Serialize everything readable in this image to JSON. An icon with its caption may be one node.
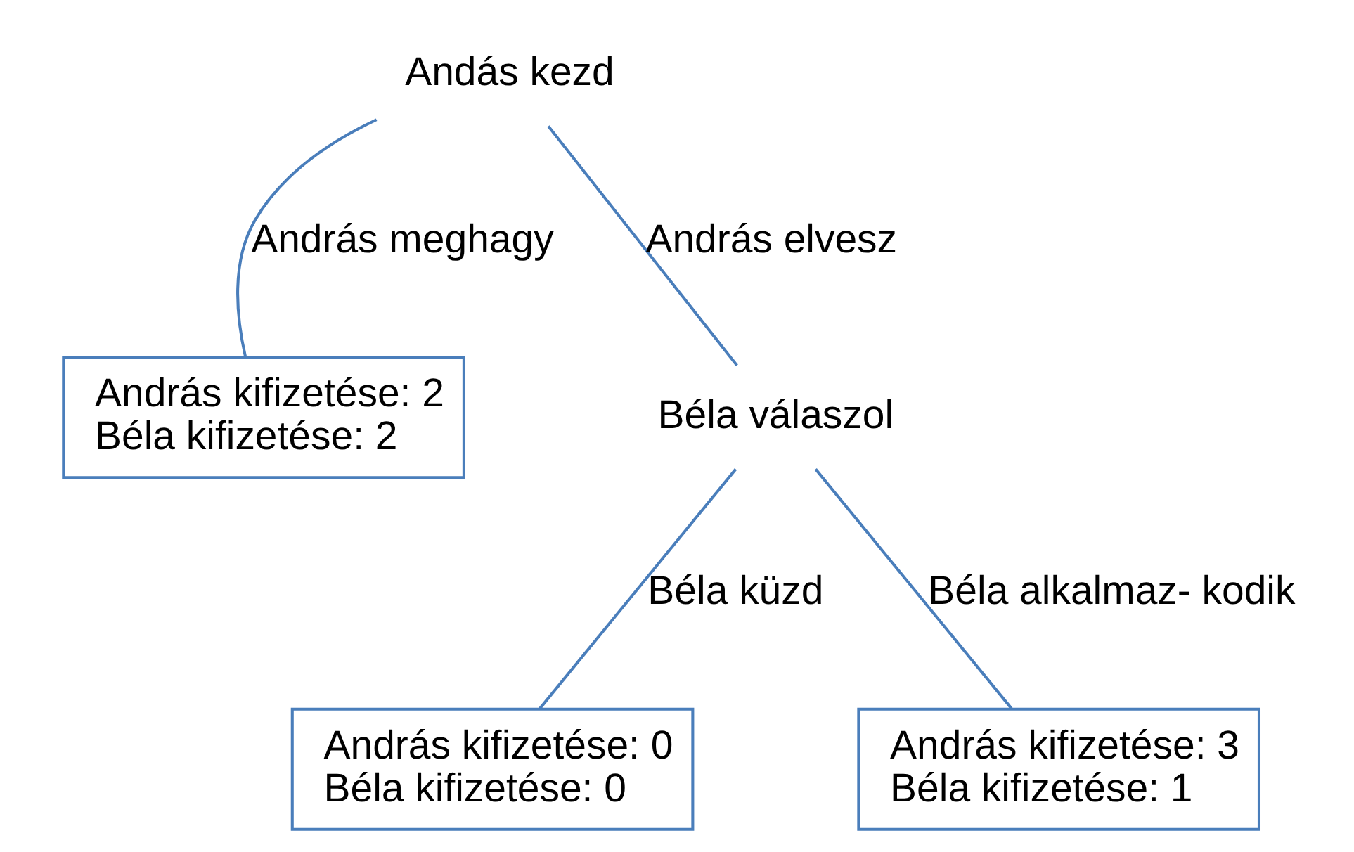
{
  "diagram": {
    "nodes": [
      {
        "text": [
          "Andás kezd"
        ]
      },
      {
        "text": [
          "András kifizetése: 2",
          "Béla kifizetése: 2"
        ]
      },
      {
        "text": [
          "Béla válaszol"
        ]
      },
      {
        "text": [
          "András kifizetése: 0",
          "Béla kifizetése: 0"
        ]
      },
      {
        "text": [
          "András kifizetése: 3",
          "Béla kifizetése: 1"
        ]
      }
    ],
    "edges": [
      {
        "from": 0,
        "to": 1,
        "arrow": "none",
        "label": "András meghagy"
      },
      {
        "from": 0,
        "to": 2,
        "arrow": "none",
        "label": "András elvesz"
      },
      {
        "from": 2,
        "to": 3,
        "arrow": "none",
        "label": "Béla küzd"
      },
      {
        "from": 2,
        "to": 4,
        "arrow": "none",
        "label": "Béla alkalmaz- kodik"
      }
    ]
  }
}
